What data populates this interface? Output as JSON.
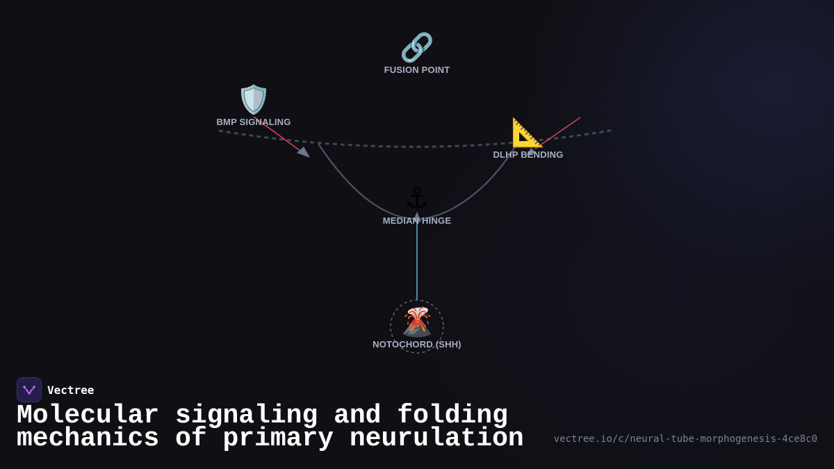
{
  "nodes": {
    "fusion_point": {
      "icon": "link-icon",
      "emoji": "🔗",
      "label": "FUSION POINT"
    },
    "bmp_signaling": {
      "icon": "shield-icon",
      "emoji": "🛡️",
      "label": "BMP SIGNALING"
    },
    "dlhp_bending": {
      "icon": "triangular-ruler-icon",
      "emoji": "📐",
      "label": "DLHP BENDING"
    },
    "median_hinge": {
      "icon": "anchor-icon",
      "emoji": "⚓",
      "label": "MEDIAN HINGE"
    },
    "notochord": {
      "icon": "volcano-icon",
      "emoji": "🌋",
      "label": "NOTOCHORD (SHH)"
    }
  },
  "colors": {
    "background": "#0f0f14",
    "edge_gray": "#4b5568",
    "edge_dashed": "#3c475c",
    "edge_red": "#d5435c",
    "edge_blue": "#5aa7d8",
    "label": "#a7b0c2",
    "brand_accent": "#a94be0"
  },
  "brand": {
    "name": "Vectree",
    "icon": "vectree-logo-icon"
  },
  "title": "Molecular signaling and folding mechanics of primary neurulation",
  "url": "vectree.io/c/neural-tube-morphogenesis-4ce8c0"
}
